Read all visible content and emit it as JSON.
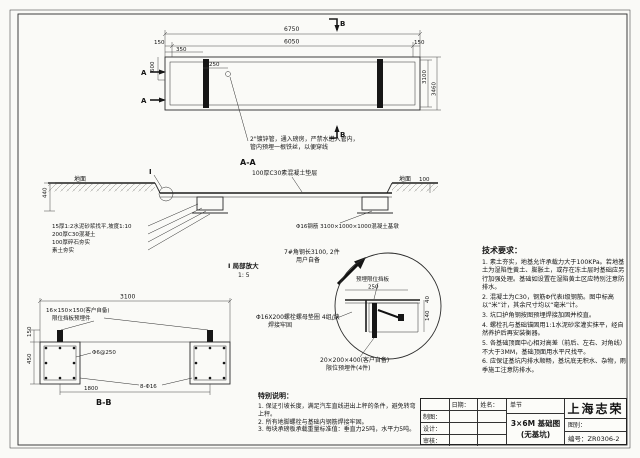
{
  "plan": {
    "dim_6750": "6750",
    "dim_6050": "6050",
    "dim_150_left": "150",
    "dim_150_right": "150",
    "dim_350": "350",
    "dim_250": "250",
    "dim_600": "600",
    "dim_3100": "3100",
    "dim_3460": "3460",
    "flag_a": "A",
    "flag_b": "B",
    "pipe_note_1": "2\"镀锌管，通入磅房，严禁水进入管内，",
    "pipe_note_2": "管内预埋一根铁丝，以便穿线"
  },
  "aa": {
    "title": "A-A",
    "ground_left": "地面",
    "ground_right": "地面",
    "dim_440": "440",
    "dim_100": "100",
    "cushion": "100厚C30素混凝土垫层",
    "layer_1": "15厚1:2水泥砂浆找平,坡度1:10",
    "layer_2": "200厚C30混凝土",
    "layer_3": "100厚碎石夯实",
    "layer_4": "素土夯实",
    "pier_note": "Φ16钢筋 3100×1000×1000混凝土基墩",
    "flag_i": "I"
  },
  "detail": {
    "caption_1": "I 局部放大",
    "caption_2": "1: 5",
    "angle_note_1": "7#角钢长3100, 2件",
    "angle_note_2": "用户自备",
    "plate_label": "预埋限位挡板",
    "dim_250": "250",
    "dim_40": "40",
    "dim_140": "140",
    "bolt_note_1": "Φ16X200螺栓螺母垫圈 4组/块",
    "bolt_note_2": "焊接牢固",
    "embed_note_1": "20×200×400(客户自备)",
    "embed_note_2": "限位预埋件(4件)"
  },
  "tech": {
    "title": "技术要求：",
    "items": [
      "1. 素土夯实，地基允许承载力大于100KPa。若地基土为湿陷性黄土、膨胀土，或存在冻土层时基础应另行加强处理。基础如设置在湿陷黄土区应特别注意防排水。",
      "2. 混凝土为C30，钢筋Φ代表Ⅰ级钢筋。图中标高以“米”计，其余尺寸均以“毫米”计。",
      "3. 坑口护角钢按图预埋焊接加固并校直。",
      "4. 螺栓孔与基础锚固用1:1水泥砂浆灌实抹平，经自然养护后再安装衡器。",
      "5. 各基础顶面中心相对高差（前后、左右、对角线）不大于3MM，基础顶面用水平尺找平。",
      "6. 应保证基坑内排水顺畅，基坑底无积水、杂物，雨季施工注意防排水。"
    ]
  },
  "special": {
    "title": "特别说明：",
    "items": [
      "1. 保证引坡长度，满足汽车直线进出上秤的条件，避免转弯上秤。",
      "2. 所有地脚螺栓与基础内钢筋焊接牢固。",
      "3. 每块承磅板承载重量标准值：垂直力25吨，水平力5吨。"
    ]
  },
  "bb": {
    "title": "B-B",
    "dim_3100": "3100",
    "dim_1800": "1800",
    "dim_150": "150",
    "dim_450": "450",
    "embed_1": "16×150×150(客户自备)",
    "embed_2": "限位挡板预埋件",
    "rebar_hoop": "Φ6@250",
    "rebar_main": "8-Φ16"
  },
  "titleblock": {
    "company": "上海志荣",
    "date_label": "日期：",
    "name_label": "姓名：",
    "rows": [
      "制图：",
      "设计：",
      "审核："
    ],
    "module": "单节",
    "drawing_title": "3×6M 基础图(无基坑)",
    "sheet_label": "图别：",
    "no_label": "编号：",
    "no_value": "ZR0306-2"
  }
}
